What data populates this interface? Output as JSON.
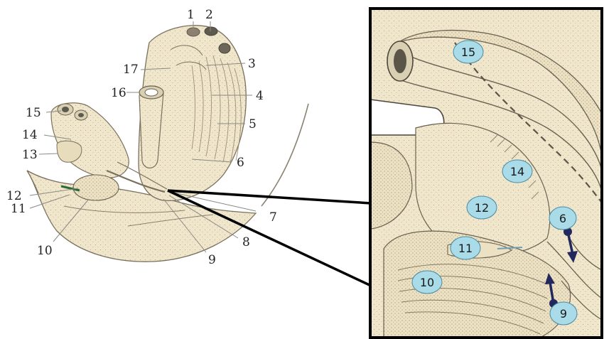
{
  "colors": {
    "background": "#ffffff",
    "parchment": "#efe6cc",
    "parchment_dark": "#ddd0ae",
    "ink": "#6f6556",
    "bubble_fill": "#a9dbe8",
    "bubble_stroke": "#4b8aa0",
    "arrow": "#22275e",
    "frame": "#000000"
  },
  "left_labels": [
    "1",
    "2",
    "3",
    "4",
    "5",
    "6",
    "7",
    "8",
    "9",
    "10",
    "11",
    "12",
    "13",
    "14",
    "15",
    "16",
    "17"
  ],
  "inset_labels": [
    "15",
    "14",
    "12",
    "6",
    "11",
    "10",
    "9"
  ],
  "inset_arrows": [
    {
      "from_label": "6",
      "direction": "down"
    },
    {
      "from_label": "9",
      "direction": "up"
    }
  ]
}
